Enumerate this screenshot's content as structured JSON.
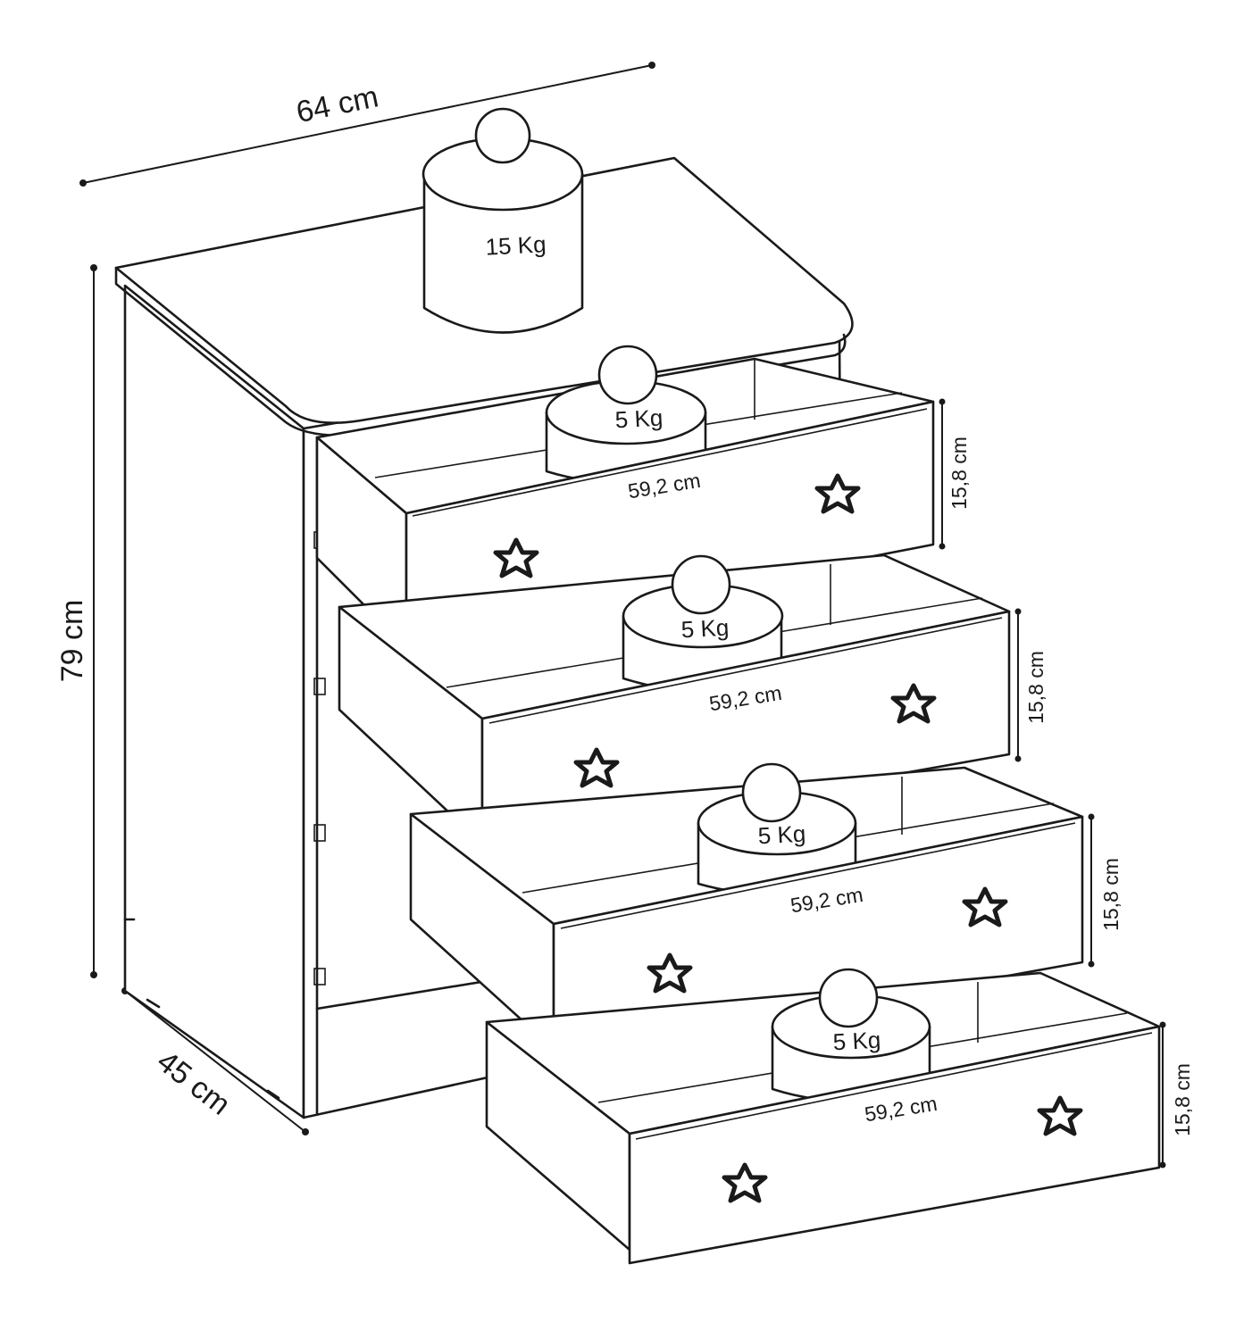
{
  "dimensions": {
    "width": "64 cm",
    "height": "79 cm",
    "depth": "45 cm"
  },
  "top_load": "15 Kg",
  "drawers": [
    {
      "load": "5 Kg",
      "inner_width": "59,2 cm",
      "front_height": "15,8 cm"
    },
    {
      "load": "5 Kg",
      "inner_width": "59,2 cm",
      "front_height": "15,8 cm"
    },
    {
      "load": "5 Kg",
      "inner_width": "59,2 cm",
      "front_height": "15,8 cm"
    },
    {
      "load": "5 Kg",
      "inner_width": "59,2 cm",
      "front_height": "15,8 cm"
    }
  ],
  "icons": {
    "handle": "star-handle-icon",
    "weight": "weight-jar-icon"
  }
}
